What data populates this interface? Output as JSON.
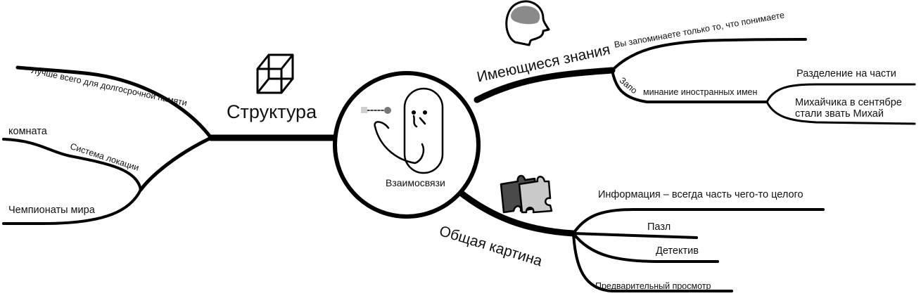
{
  "center": {
    "label": "Взаимосвязи"
  },
  "branches": {
    "structure": {
      "title": "Структура",
      "best_long_term": "Лучше всего для долгосрочной памяти",
      "locations_system": "Система локации",
      "room": "комната",
      "world_championships": "Чемпионаты мира"
    },
    "knowledge": {
      "title": "Имеющиеся знания",
      "remember_understand": "Вы запоминаете только то, что понимаете",
      "foreign_names_part1": "Запо",
      "foreign_names_part2": "минание иностранных имен",
      "split_parts": "Разделение на части",
      "example_line1": "Михайчика в сентябре",
      "example_line2": "стали звать Михай"
    },
    "big_picture": {
      "title": "Общая картина",
      "info_whole": "Информация – всегда часть чего-то целого",
      "puzzle": "Пазл",
      "detective": "Детектив",
      "preview": "Предварительный просмотр"
    }
  },
  "icons": {
    "structure": "wireframe-cube-icon",
    "knowledge": "head-with-brain-icon",
    "big_picture": "puzzle-pieces-icon",
    "center": "thinking-figure-icon"
  },
  "colors": {
    "ink": "#000000",
    "brain": "#8a8a8a",
    "puzzle_light": "#c9c9c9",
    "puzzle_dark": "#4a4a4a"
  }
}
